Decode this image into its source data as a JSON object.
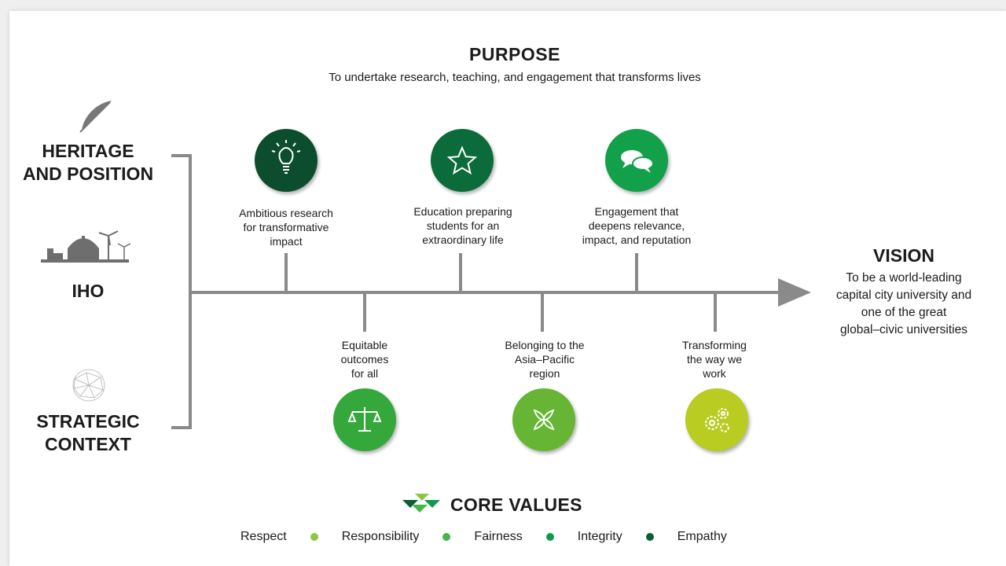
{
  "purpose": {
    "title": "PURPOSE",
    "subtitle": "To undertake research, teaching, and engagement that transforms lives"
  },
  "left": {
    "heritage": [
      "HERITAGE",
      "AND POSITION"
    ],
    "iho": "IHO",
    "strategic": [
      "STRATEGIC",
      "CONTEXT"
    ]
  },
  "pillars_top": [
    {
      "lines": [
        "Ambitious research",
        "for transformative",
        "impact"
      ],
      "icon": "lightbulb-icon",
      "color": "#0b4d2c"
    },
    {
      "lines": [
        "Education preparing",
        "students for an",
        "extraordinary life"
      ],
      "icon": "star-icon",
      "color": "#0b6b3a"
    },
    {
      "lines": [
        "Engagement that",
        "deepens relevance,",
        "impact, and reputation"
      ],
      "icon": "speech-bubbles-icon",
      "color": "#12a04a"
    }
  ],
  "pillars_bottom": [
    {
      "lines": [
        "Equitable",
        "outcomes",
        "for all"
      ],
      "icon": "scales-icon",
      "color": "#34a83a"
    },
    {
      "lines": [
        "Belonging to the",
        "Asia–Pacific",
        "region"
      ],
      "icon": "leaves-icon",
      "color": "#66b534"
    },
    {
      "lines": [
        "Transforming",
        "the way we",
        "work"
      ],
      "icon": "gears-icon",
      "color": "#b8cc22"
    }
  ],
  "vision": {
    "title": "VISION",
    "lines": [
      "To be a world-leading",
      "capital city university and",
      "one of the great",
      "global–civic universities"
    ]
  },
  "core_values": {
    "title": "CORE VALUES",
    "items": [
      "Respect",
      "Responsibility",
      "Fairness",
      "Integrity",
      "Empathy"
    ],
    "dot_colors": [
      "#8dc63f",
      "#44b649",
      "#0e9b4b",
      "#0b5e36"
    ]
  },
  "colors": {
    "line": "#8a8a8a",
    "bracket": "#8a8a8a",
    "icon_grey": "#6e6e6e"
  }
}
